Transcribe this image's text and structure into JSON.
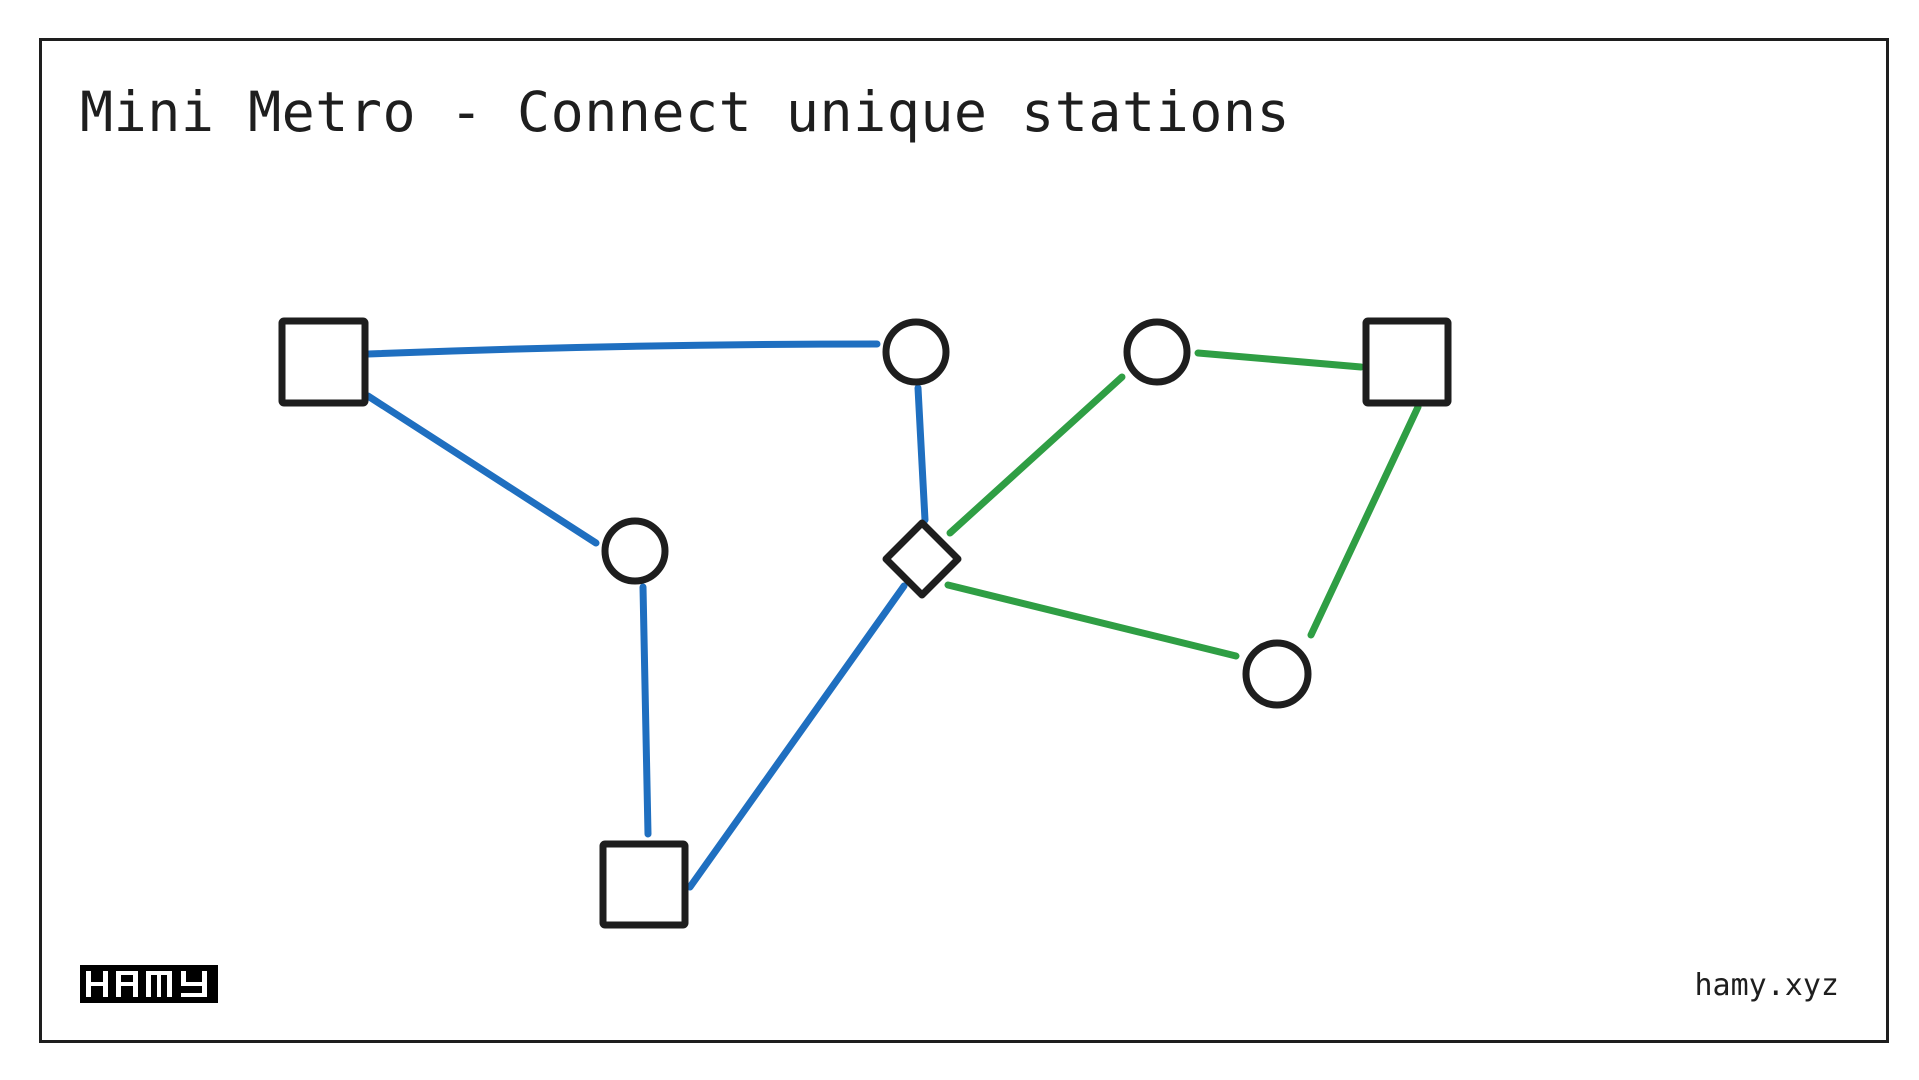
{
  "slide": {
    "title": "Mini Metro - Connect unique stations",
    "footer_url": "hamy.xyz",
    "logo_text": "HAMY"
  },
  "colors": {
    "blue_line": "#1f6fc0",
    "green_line": "#2f9e44",
    "station_stroke": "#1e1e1e"
  },
  "diagram": {
    "stations": [
      {
        "id": "square-top-left",
        "shape": "square"
      },
      {
        "id": "circle-top-middle",
        "shape": "circle"
      },
      {
        "id": "circle-left-middle",
        "shape": "circle"
      },
      {
        "id": "diamond-center",
        "shape": "diamond"
      },
      {
        "id": "square-bottom",
        "shape": "square"
      },
      {
        "id": "circle-top-right",
        "shape": "circle"
      },
      {
        "id": "square-top-right",
        "shape": "square"
      },
      {
        "id": "circle-bottom-right",
        "shape": "circle"
      }
    ],
    "lines": [
      {
        "name": "blue",
        "color": "#1f6fc0",
        "stops": [
          "circle-top-middle",
          "square-top-left",
          "circle-left-middle",
          "square-bottom",
          "diamond-center",
          "circle-top-middle"
        ]
      },
      {
        "name": "green",
        "color": "#2f9e44",
        "stops": [
          "diamond-center",
          "circle-top-right",
          "square-top-right",
          "circle-bottom-right",
          "diamond-center"
        ]
      }
    ]
  }
}
